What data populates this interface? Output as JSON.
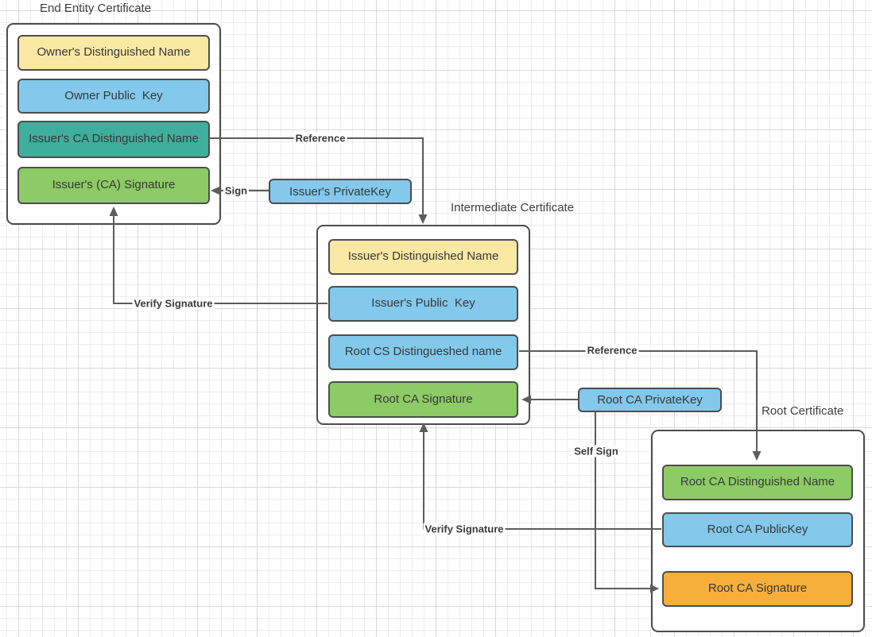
{
  "colors": {
    "yellow": "#FAE8A5",
    "blue": "#82C9EC",
    "teal": "#3FAE9C",
    "green": "#8CCB66",
    "orange": "#F7AF3B",
    "box_border": "#4D4D4D",
    "connector_line": "#5C5C5C",
    "text": "#383838"
  },
  "certificates": {
    "end_entity": {
      "title": "End Entity Certificate",
      "fields": [
        {
          "label": "Owner's Distinguished Name",
          "color": "yellow"
        },
        {
          "label": "Owner Public  Key",
          "color": "blue"
        },
        {
          "label": "Issuer's CA Distinguished Name",
          "color": "teal"
        },
        {
          "label": "Issuer's (CA) Signature",
          "color": "green"
        }
      ]
    },
    "intermediate": {
      "title": "Intermediate Certificate",
      "fields": [
        {
          "label": "Issuer's Distinguished Name",
          "color": "yellow"
        },
        {
          "label": "Issuer's Public  Key",
          "color": "blue"
        },
        {
          "label": "Root CS Distingueshed name",
          "color": "blue"
        },
        {
          "label": "Root CA Signature",
          "color": "green"
        }
      ]
    },
    "root": {
      "title": "Root Certificate",
      "fields": [
        {
          "label": "Root CA Distinguished Name",
          "color": "green"
        },
        {
          "label": "Root CA PublicKey",
          "color": "blue"
        },
        {
          "label": "Root CA Signature",
          "color": "orange"
        }
      ]
    }
  },
  "keys": {
    "issuer_private_key": "Issuer's PrivateKey",
    "root_ca_private_key": "Root CA PrivateKey"
  },
  "connector_labels": {
    "sign": "Sign",
    "reference_top": "Reference",
    "verify_signature_left": "Verify Signature",
    "reference_bottom": "Reference",
    "self_sign": "Self Sign",
    "verify_signature_right": "Verify Signature"
  }
}
